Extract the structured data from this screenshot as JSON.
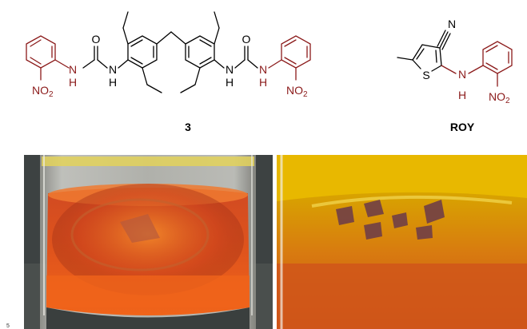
{
  "compound_3": {
    "label": "3",
    "atoms": {
      "N": "N",
      "H": "H",
      "O": "O",
      "NO": "NO",
      "sub2": "2"
    }
  },
  "roy": {
    "label": "ROY",
    "atoms": {
      "N": "N",
      "H": "H",
      "S": "S",
      "NO": "NO",
      "sub2": "2"
    }
  },
  "corner_mark": "5",
  "colors": {
    "structure_black": "#000000",
    "highlight_red": "#8b1a1a"
  },
  "photos": {
    "left": {
      "description": "",
      "accent": "#e0421a"
    },
    "right": {
      "description": "",
      "accent": "#e8b800"
    }
  }
}
